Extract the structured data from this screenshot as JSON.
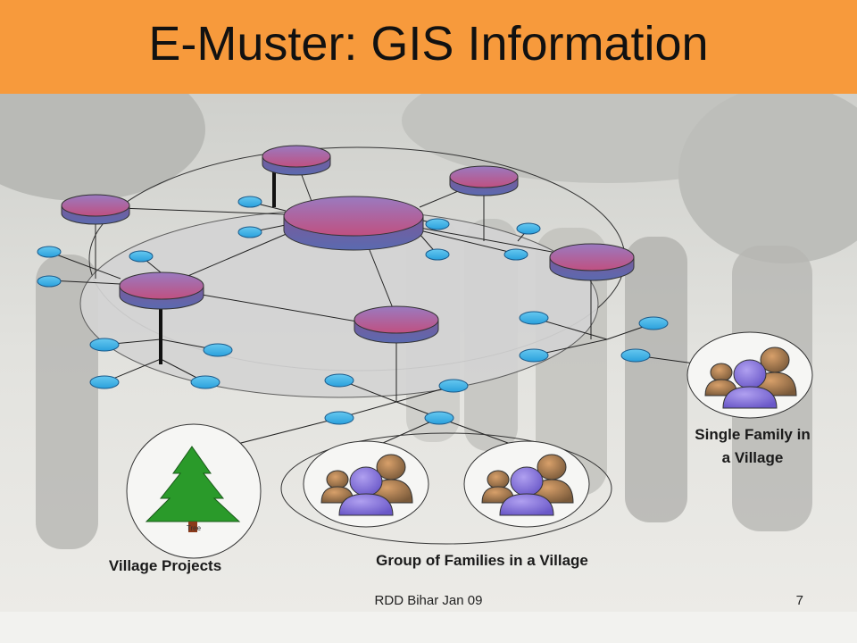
{
  "slide": {
    "title": "E-Muster: GIS Information",
    "footer": "RDD Bihar Jan 09",
    "page_number": "7"
  },
  "diagram": {
    "labels": {
      "village_projects": "Village Projects",
      "group_families": "Group of Families in a Village",
      "single_family_line1": "Single Family in",
      "single_family_line2": "a Village",
      "tree_caption": "Tree"
    },
    "icons": [
      "tree-icon",
      "family-group-icon",
      "database-disk-icon"
    ]
  },
  "colors": {
    "title_bar": "#f79a3c",
    "disk_large": "#8e5aa0",
    "disk_small": "#4ab0e8",
    "ellipse_fill": "#d4d4d4",
    "tree_green": "#2a9a2a"
  }
}
